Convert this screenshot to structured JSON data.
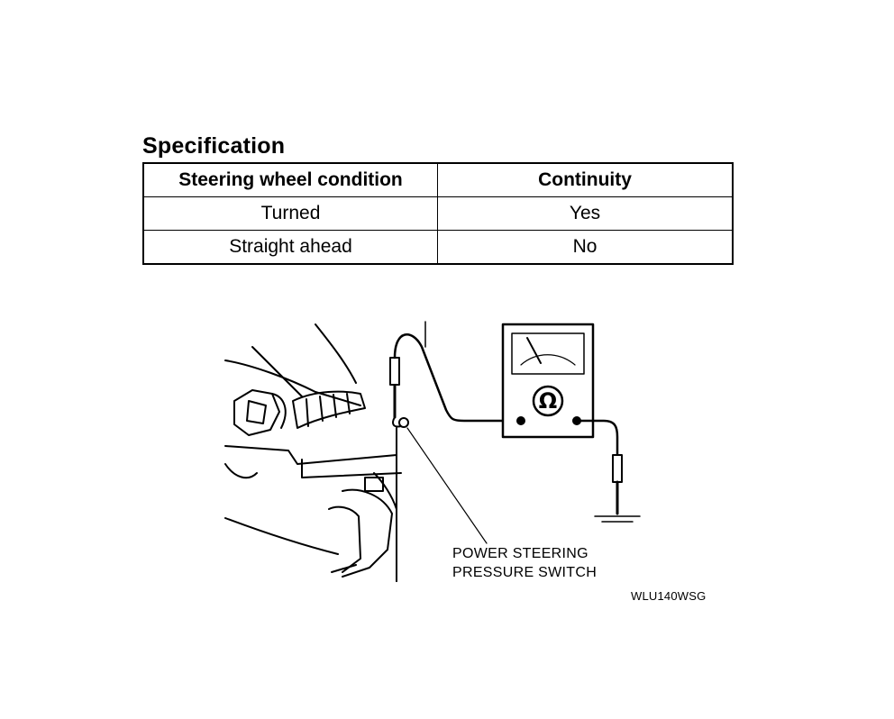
{
  "specification": {
    "title": "Specification",
    "headers": [
      "Steering wheel condition",
      "Continuity"
    ],
    "rows": [
      [
        "Turned",
        "Yes"
      ],
      [
        "Straight ahead",
        "No"
      ]
    ]
  },
  "figure": {
    "callout_line1": "POWER STEERING",
    "callout_line2": "PRESSURE SWITCH",
    "meter_symbol": "Ω",
    "code": "WLU140WSG"
  }
}
